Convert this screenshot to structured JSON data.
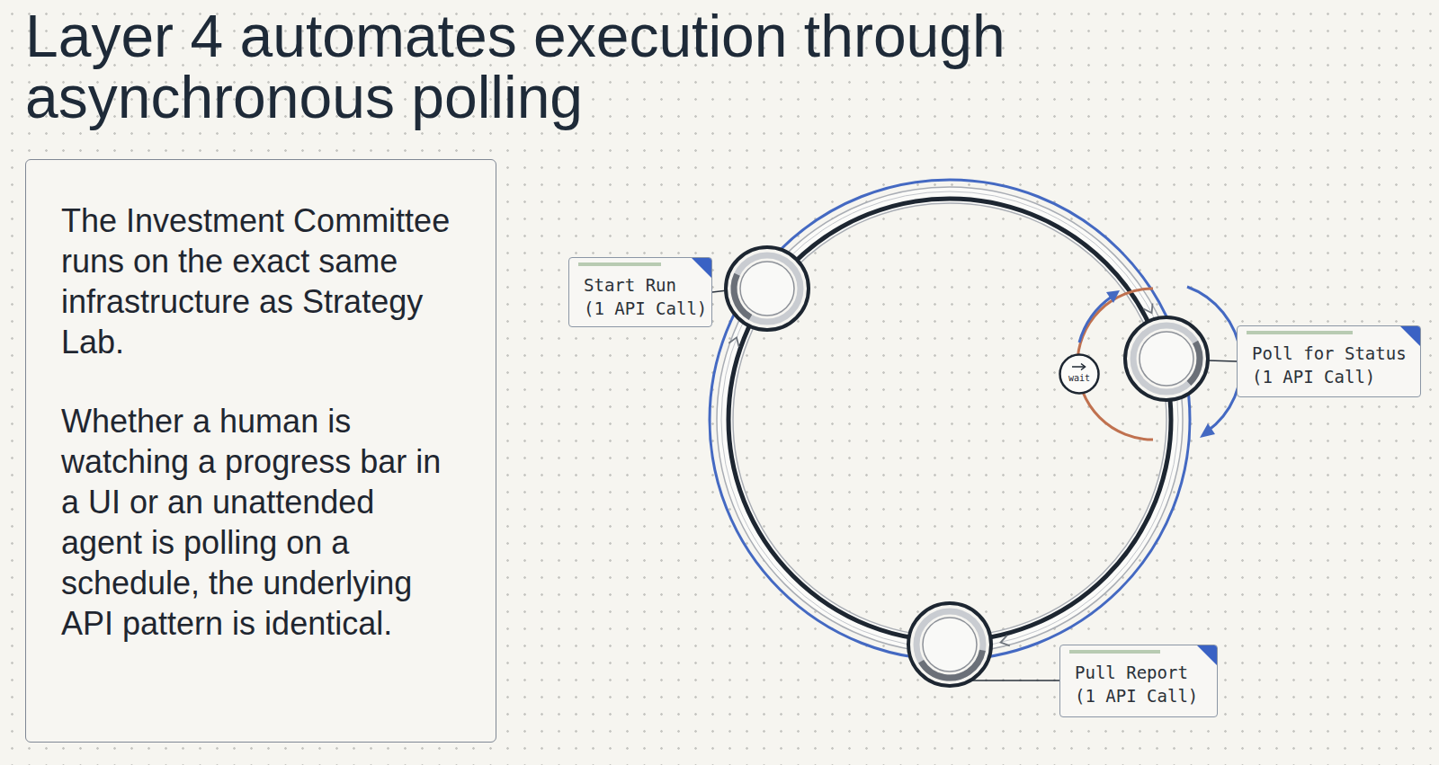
{
  "diagram": {
    "title": "Layer 4 automates execution through asynchronous polling",
    "nodes": [
      {
        "text": [
          "The Investment Committee runs on the exact same infrastructure as Strategy Lab.",
          "Whether a human is watching a progress bar in a UI or an unattended agent is polling on a schedule, the underlying API pattern is identical."
        ]
      },
      {
        "text": [
          "Start Run",
          "(1 API Call)"
        ]
      },
      {
        "text": [
          "Poll for Status",
          "(1 API Call)"
        ]
      },
      {
        "text": [
          "wait"
        ]
      },
      {
        "text": [
          "Pull Report",
          "(1 API Call)"
        ]
      }
    ]
  }
}
